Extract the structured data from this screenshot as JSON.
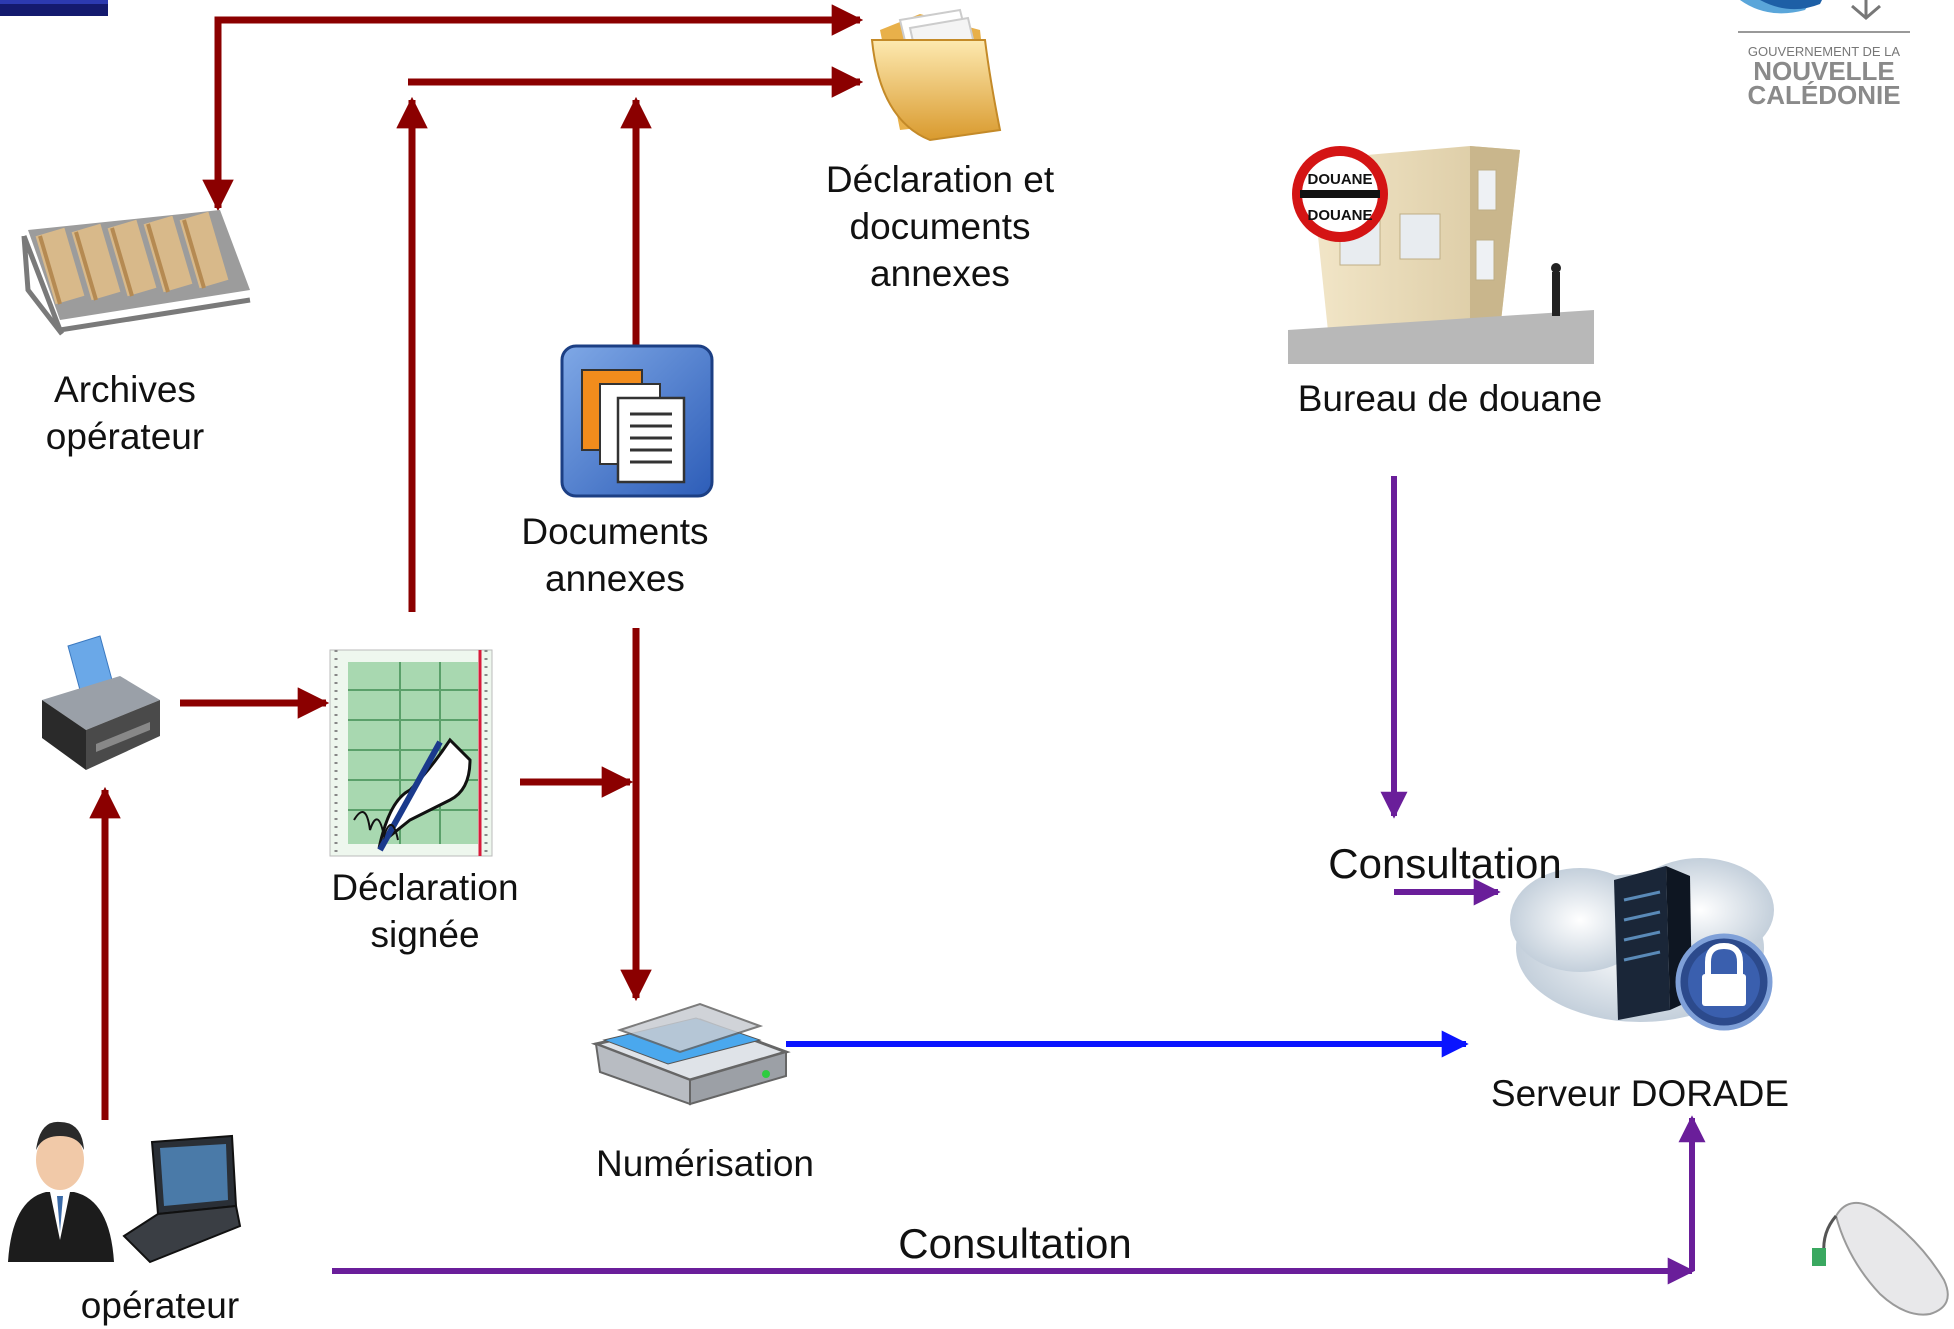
{
  "logo": {
    "line1": "GOUVERNEMENT DE LA",
    "line2": "NOUVELLE",
    "line3": "CALÉDONIE"
  },
  "sign_text": "DOUANE",
  "nodes": {
    "declaration_docs": [
      "Déclaration et",
      "documents",
      "annexes"
    ],
    "archives": [
      "Archives",
      "opérateur"
    ],
    "bureau": [
      "Bureau de douane"
    ],
    "documents_annexes": [
      "Documents",
      "annexes"
    ],
    "declaration_signee": [
      "Déclaration",
      "signée"
    ],
    "numerisation": [
      "Numérisation"
    ],
    "serveur": [
      "Serveur DORADE"
    ],
    "operateur": [
      "opérateur"
    ]
  },
  "edges": {
    "consultation_customs": "Consultation",
    "consultation_operator": "Consultation"
  },
  "colors": {
    "paper_flow": "#8b0000",
    "digital_flow": "#0a14ff",
    "consultation_flow": "#6a1e9a"
  },
  "icons": [
    "folder-icon",
    "archive-drawers-icon",
    "customs-office-icon",
    "documents-icon",
    "printer-icon",
    "signed-declaration-icon",
    "scanner-icon",
    "secure-server-icon",
    "operator-icon",
    "laptop-icon",
    "mouse-icon",
    "government-logo"
  ]
}
